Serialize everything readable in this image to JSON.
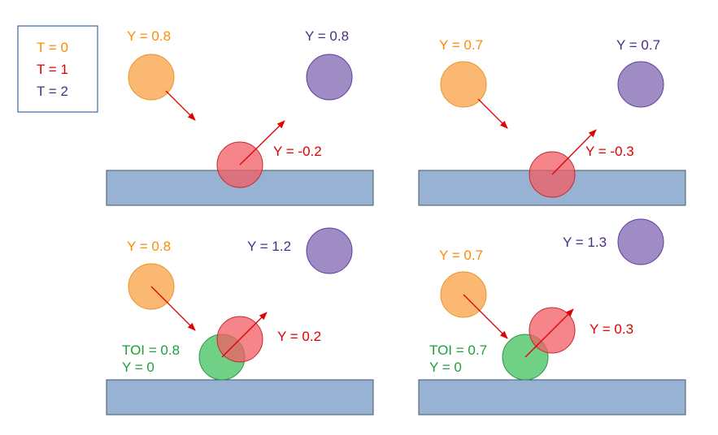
{
  "legend": {
    "t0": "T = 0",
    "t1": "T = 1",
    "t2": "T = 2"
  },
  "colors": {
    "orange_text": "#ff8c00",
    "red_text": "#e00000",
    "purple_text": "#4b2e83",
    "green_text": "#1f9e3a",
    "ground_fill": "#97b2d3",
    "ground_stroke": "#44546a",
    "legend_border": "#3a6a9e",
    "arrow": "#e00000",
    "orange_fill": "#fbb873",
    "orange_stroke": "#e8962c",
    "purple_fill": "#a08cc4",
    "purple_stroke": "#5e3d9e",
    "red_fill": "#f25c63",
    "red_stroke": "#c62830",
    "green_fill": "#4cc468",
    "green_stroke": "#2e9446"
  },
  "panels": {
    "top_left": {
      "t0_label": "Y = 0.8",
      "t1_label": "Y = -0.2",
      "t2_label": "Y = 0.8"
    },
    "top_right": {
      "t0_label": "Y = 0.7",
      "t1_label": "Y = -0.3",
      "t2_label": "Y = 0.7"
    },
    "bottom_left": {
      "t0_label": "Y = 0.8",
      "t1_label": "Y = 0.2",
      "t2_label": "Y = 1.2",
      "toi_label": "TOI = 0.8",
      "toi_y_label": "Y = 0"
    },
    "bottom_right": {
      "t0_label": "Y = 0.7",
      "t1_label": "Y = 0.3",
      "t2_label": "Y = 1.3",
      "toi_label": "TOI = 0.7",
      "toi_y_label": "Y = 0"
    }
  }
}
